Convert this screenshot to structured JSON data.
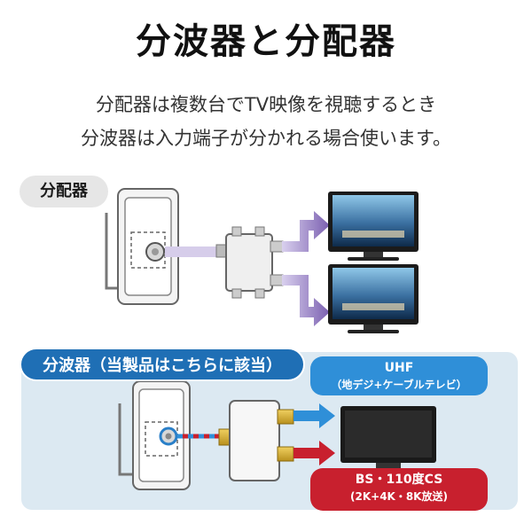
{
  "title": "分波器と分配器",
  "subtitle": {
    "line1": "分配器は複数台でTV映像を視聴するとき",
    "line2": "分波器は入力端子が分かれる場合使います。"
  },
  "distributor_label": "分配器",
  "separator_label": "分波器（当製品はこちらに該当）",
  "uhf_tag": {
    "line1": "UHF",
    "line2": "（地デジ+ケーブルテレビ）"
  },
  "bs_tag": {
    "line1": "BS・110度CS",
    "line2": "(2K+4K・8K放送)"
  },
  "colors": {
    "uhf_blue": "#2f8fd8",
    "bs_red": "#c8202e",
    "label_blue": "#1f6fb5",
    "panel_bg": "#dce9f2",
    "arrow_purple": "#7a5fb0"
  }
}
